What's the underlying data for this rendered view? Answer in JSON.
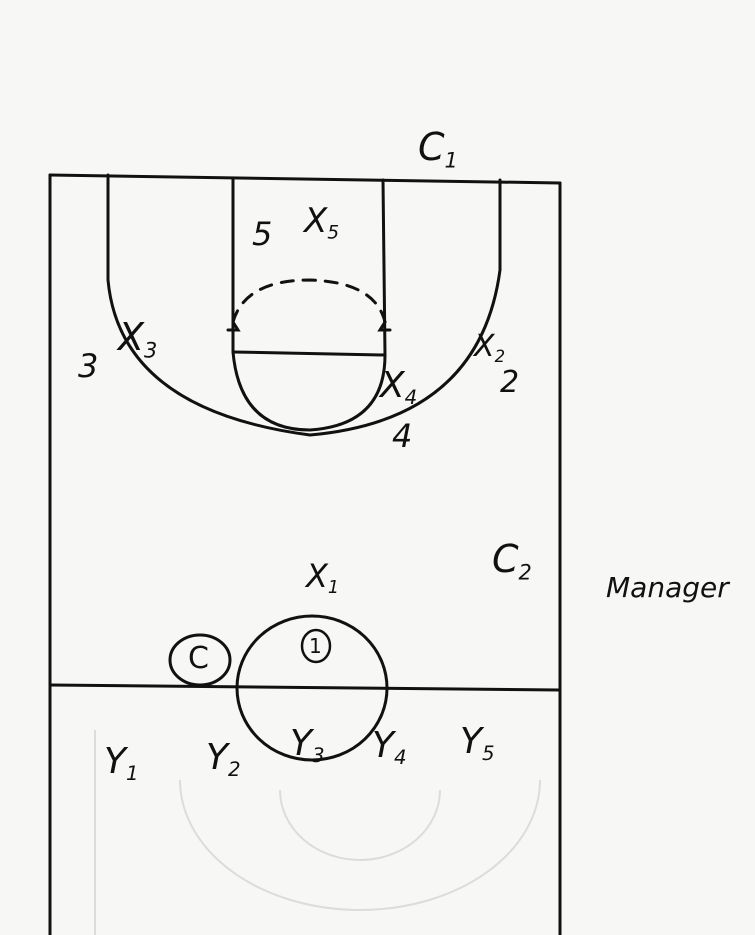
{
  "diagram": {
    "coaches": {
      "c1": {
        "letter": "C",
        "sub": "1"
      },
      "c2": {
        "letter": "C",
        "sub": "2"
      }
    },
    "manager_label": "Manager",
    "center_marker": "C",
    "ball_marker": "1",
    "defenders": {
      "x1": {
        "letter": "X",
        "sub": "1"
      },
      "x2": {
        "letter": "X",
        "sub": "2"
      },
      "x3": {
        "letter": "X",
        "sub": "3"
      },
      "x4": {
        "letter": "X",
        "sub": "4"
      },
      "x5": {
        "letter": "X",
        "sub": "5"
      }
    },
    "offense_numbers": {
      "p2": "2",
      "p3": "3",
      "p4": "4",
      "p5": "5"
    },
    "y_players": {
      "y1": {
        "letter": "Y",
        "sub": "1"
      },
      "y2": {
        "letter": "Y",
        "sub": "2"
      },
      "y3": {
        "letter": "Y",
        "sub": "3"
      },
      "y4": {
        "letter": "Y",
        "sub": "4"
      },
      "y5": {
        "letter": "Y",
        "sub": "5"
      }
    },
    "colors": {
      "ink": "#111111",
      "paper": "#f7f7f5",
      "bleed": "#d6d6d6"
    }
  }
}
